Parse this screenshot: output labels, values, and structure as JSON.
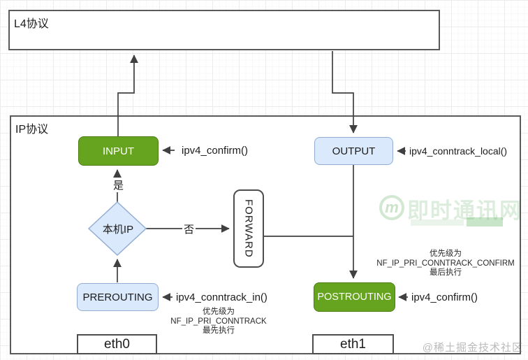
{
  "containers": {
    "l4": {
      "label": "L4协议"
    },
    "ip": {
      "label": "IP协议"
    }
  },
  "nodes": {
    "input": {
      "label": "INPUT"
    },
    "output": {
      "label": "OUTPUT"
    },
    "forward": {
      "label": "FORWARD"
    },
    "prerouting": {
      "label": "PREROUTING"
    },
    "postrouting": {
      "label": "POSTROUTING"
    },
    "local_ip_decision": {
      "label": "本机IP"
    },
    "eth0": {
      "label": "eth0"
    },
    "eth1": {
      "label": "eth1"
    }
  },
  "edge_labels": {
    "yes": "是",
    "no": "否"
  },
  "annotations": {
    "input_hook": "ipv4_confirm()",
    "output_hook": "ipv4_conntrack_local()",
    "prerouting_hook": "ipv4_conntrack_in()",
    "postrouting_hook": "ipv4_confirm()",
    "prerouting_priority": [
      "优先级为",
      "NF_IP_PRI_CONNTRACK",
      "最先执行"
    ],
    "postrouting_priority": [
      "优先级为",
      "NF_IP_PRI_CONNTRACK_CONFIRM",
      "最后执行"
    ]
  },
  "watermarks": {
    "logo_letter": "m",
    "site_name": "即时通讯网",
    "credit": "@稀土掘金技术社区"
  },
  "colors": {
    "node_green_fill": "#66a41f",
    "node_green_border": "#4c7d15",
    "node_blue_fill": "#dbe9fc",
    "node_blue_border": "#93add2",
    "connector": "#404040",
    "container_border": "#5a5a5a"
  }
}
